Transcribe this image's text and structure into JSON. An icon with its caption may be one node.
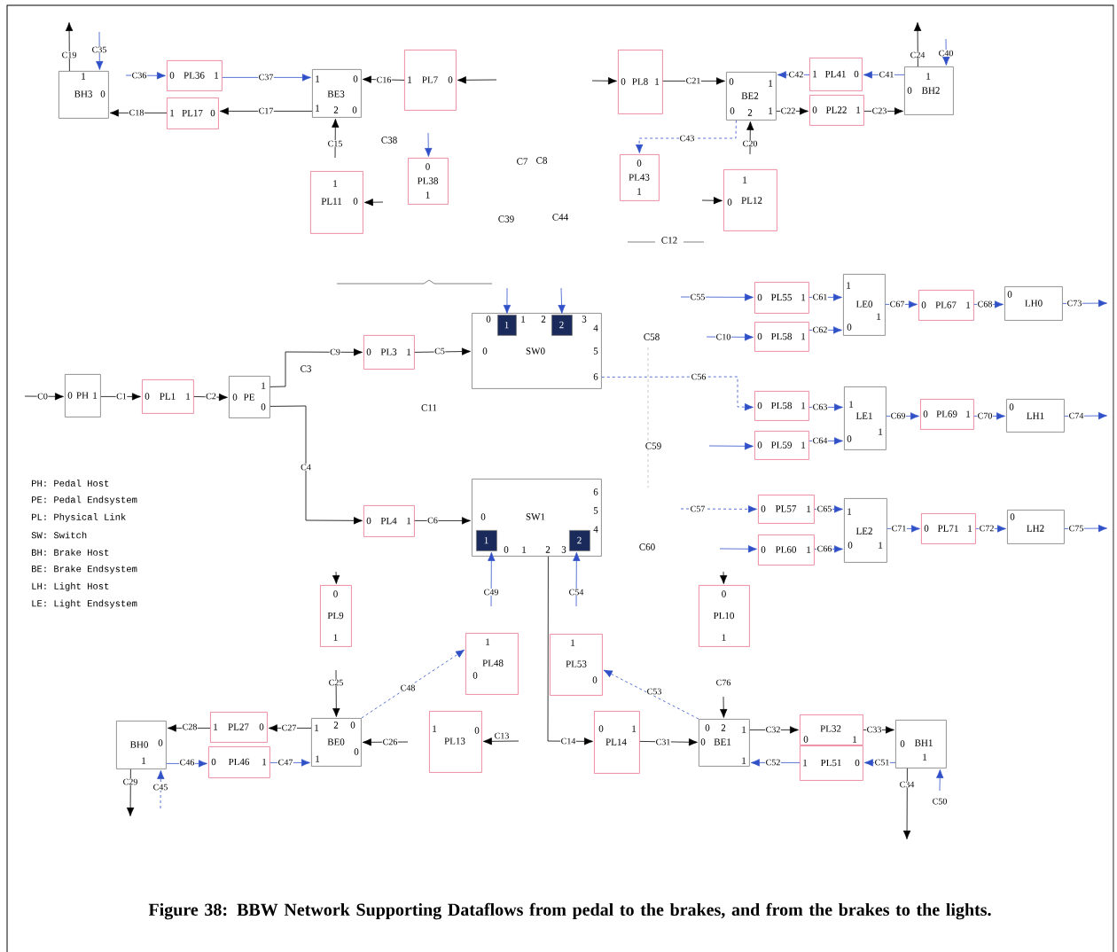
{
  "diagram": {
    "caption": "Figure 38: BBW Network Supporting Dataflows from pedal to the brakes, and from the brakes to the lights.",
    "nodes": [
      {
        "text": [
          "1",
          "BH3",
          "0"
        ]
      },
      {
        "text": [
          "0",
          "PL36",
          "1"
        ]
      },
      {
        "text": [
          "1",
          "PL17",
          "0"
        ]
      },
      {
        "text": [
          "1",
          "0",
          "BE3",
          "1",
          "2",
          "0"
        ]
      },
      {
        "text": [
          "1",
          "PL7",
          "0"
        ]
      },
      {
        "text": [
          "1",
          "PL11",
          "0"
        ]
      },
      {
        "text": [
          "0",
          "PL38",
          "1"
        ]
      },
      {
        "text": [
          "0",
          "PL8",
          "1"
        ]
      },
      {
        "text": [
          "0",
          "1",
          "BE2",
          "0",
          "2",
          "1"
        ]
      },
      {
        "text": [
          "1",
          "PL41",
          "0"
        ]
      },
      {
        "text": [
          "0",
          "PL22",
          "1"
        ]
      },
      {
        "text": [
          "1",
          "0",
          "BH2"
        ]
      },
      {
        "text": [
          "0",
          "PL43",
          "1"
        ]
      },
      {
        "text": [
          "1",
          "0",
          "PL12"
        ]
      },
      {
        "text": [
          "0",
          "PH",
          "1"
        ]
      },
      {
        "text": [
          "0",
          "PL1",
          "1"
        ]
      },
      {
        "text": [
          "0",
          "PE",
          "1",
          "0"
        ]
      },
      {
        "text": [
          "0",
          "PL3",
          "1"
        ]
      },
      {
        "text": [
          "0",
          "1",
          "2",
          "3",
          "4",
          "0",
          "SW0",
          "5",
          "6"
        ]
      },
      {
        "text": [
          "1"
        ],
        "in": 18
      },
      {
        "text": [
          "2"
        ],
        "in": 18
      },
      {
        "text": [
          "0",
          "PL4",
          "1"
        ]
      },
      {
        "text": [
          "6",
          "5",
          "4",
          "0",
          "SW1",
          "0",
          "1",
          "2",
          "3"
        ]
      },
      {
        "text": [
          "1"
        ],
        "in": 22
      },
      {
        "text": [
          "2"
        ],
        "in": 22
      },
      {
        "text": [
          "0",
          "PL55",
          "1"
        ]
      },
      {
        "text": [
          "0",
          "PL58",
          "1"
        ]
      },
      {
        "text": [
          "1",
          "LE0",
          "1",
          "0"
        ]
      },
      {
        "text": [
          "0",
          "PL67",
          "1"
        ]
      },
      {
        "text": [
          "0",
          "LH0"
        ]
      },
      {
        "text": [
          "0",
          "PL58",
          "1"
        ]
      },
      {
        "text": [
          "0",
          "PL59",
          "1"
        ]
      },
      {
        "text": [
          "1",
          "LE1",
          "1",
          "0"
        ]
      },
      {
        "text": [
          "0",
          "PL69",
          "1"
        ]
      },
      {
        "text": [
          "0",
          "LH1"
        ]
      },
      {
        "text": [
          "0",
          "PL57",
          "1"
        ]
      },
      {
        "text": [
          "0",
          "PL60",
          "1"
        ]
      },
      {
        "text": [
          "1",
          "LE2",
          "0",
          "1"
        ]
      },
      {
        "text": [
          "0",
          "PL71",
          "1"
        ]
      },
      {
        "text": [
          "0",
          "LH2"
        ]
      },
      {
        "text": [
          "0",
          "PL9",
          "1"
        ]
      },
      {
        "text": [
          "0",
          "PL10",
          "1"
        ]
      },
      {
        "text": [
          "1",
          "PL48",
          "0"
        ]
      },
      {
        "text": [
          "1",
          "PL53",
          "0"
        ]
      },
      {
        "text": [
          "1",
          "2",
          "0",
          "BE0",
          "0",
          "1"
        ]
      },
      {
        "text": [
          "1",
          "PL27",
          "0"
        ]
      },
      {
        "text": [
          "0",
          "PL46",
          "1"
        ]
      },
      {
        "text": [
          "BH0",
          "0",
          "1"
        ]
      },
      {
        "text": [
          "1",
          "0",
          "PL13"
        ]
      },
      {
        "text": [
          "0",
          "1",
          "PL14"
        ]
      },
      {
        "text": [
          "0",
          "2",
          "1",
          "0",
          "BE1",
          "1"
        ]
      },
      {
        "text": [
          "PL32",
          "0",
          "1"
        ]
      },
      {
        "text": [
          "1",
          "PL51",
          "0"
        ]
      },
      {
        "text": [
          "0",
          "BH1",
          "1"
        ]
      }
    ],
    "edges": [
      {
        "from": null,
        "to": 14,
        "arrow": "to",
        "label": "C0",
        "color": "#000000"
      },
      {
        "from": 14,
        "to": 15,
        "arrow": "to",
        "label": "C1",
        "color": "#000000"
      },
      {
        "from": 15,
        "to": 16,
        "arrow": "to",
        "label": "C2",
        "color": "#000000"
      },
      {
        "from": 16,
        "to": 17,
        "arrow": "to",
        "label": "C9",
        "color": "#000000"
      },
      {
        "from": 16,
        "to": 21,
        "arrow": "to",
        "label": "C4",
        "color": "#000000"
      },
      {
        "from": 17,
        "to": 18,
        "arrow": "to",
        "label": "C5",
        "color": "#000000"
      },
      {
        "from": 21,
        "to": 22,
        "arrow": "to",
        "label": "C6",
        "color": "#000000"
      },
      {
        "from": null,
        "to": 19,
        "arrow": "to",
        "color": "#3050c8"
      },
      {
        "from": null,
        "to": 20,
        "arrow": "to",
        "color": "#3050c8"
      },
      {
        "from": 18,
        "to": 30,
        "arrow": "to",
        "label": "C56",
        "style": "dashed",
        "color": "#3050c8"
      },
      {
        "from": null,
        "to": 26,
        "arrow": "to",
        "label": "C10",
        "color": "#3050c8"
      },
      {
        "from": null,
        "to": 25,
        "arrow": "to",
        "label": "C55",
        "color": "#3050c8"
      },
      {
        "from": null,
        "to": 31,
        "arrow": "to",
        "color": "#3050c8"
      },
      {
        "from": null,
        "to": 35,
        "arrow": "to",
        "label": "C57",
        "style": "dashed",
        "color": "#3050c8"
      },
      {
        "from": null,
        "to": 36,
        "arrow": "to",
        "color": "#3050c8"
      },
      {
        "from": 25,
        "to": 27,
        "arrow": "to",
        "label": "C61",
        "color": "#3050c8"
      },
      {
        "from": 26,
        "to": 27,
        "arrow": "to",
        "label": "C62",
        "color": "#3050c8"
      },
      {
        "from": 30,
        "to": 32,
        "arrow": "to",
        "label": "C63",
        "color": "#3050c8"
      },
      {
        "from": 31,
        "to": 32,
        "arrow": "to",
        "label": "C64",
        "color": "#3050c8"
      },
      {
        "from": 35,
        "to": 37,
        "arrow": "to",
        "label": "C65",
        "color": "#3050c8"
      },
      {
        "from": 36,
        "to": 37,
        "arrow": "to",
        "label": "C66",
        "color": "#3050c8"
      },
      {
        "from": 27,
        "to": 28,
        "arrow": "to",
        "label": "C67",
        "color": "#3050c8"
      },
      {
        "from": 28,
        "to": 29,
        "arrow": "to",
        "label": "C68",
        "color": "#3050c8"
      },
      {
        "from": 29,
        "to": null,
        "arrow": "to",
        "label": "C73",
        "color": "#3050c8"
      },
      {
        "from": 32,
        "to": 33,
        "arrow": "to",
        "label": "C69",
        "color": "#3050c8"
      },
      {
        "from": 33,
        "to": 34,
        "arrow": "to",
        "label": "C70",
        "color": "#3050c8"
      },
      {
        "from": 34,
        "to": null,
        "arrow": "to",
        "label": "C74",
        "color": "#3050c8"
      },
      {
        "from": 37,
        "to": 38,
        "arrow": "to",
        "label": "C71",
        "color": "#3050c8"
      },
      {
        "from": 38,
        "to": 39,
        "arrow": "to",
        "label": "C72",
        "color": "#3050c8"
      },
      {
        "from": 39,
        "to": null,
        "arrow": "to",
        "label": "C75",
        "color": "#3050c8"
      },
      {
        "from": null,
        "to": 0,
        "arrow": "to",
        "label": "C35",
        "color": "#3050c8"
      },
      {
        "from": 0,
        "to": null,
        "arrow": "to",
        "label": "C19",
        "color": "#000000"
      },
      {
        "from": null,
        "to": 1,
        "arrow": "to",
        "label": "C36",
        "color": "#3050c8"
      },
      {
        "from": 1,
        "to": 3,
        "arrow": "to",
        "label": "C37",
        "color": "#3050c8"
      },
      {
        "from": 4,
        "to": 3,
        "arrow": "to",
        "label": "C16",
        "color": "#000000"
      },
      {
        "from": null,
        "to": 4,
        "arrow": "to",
        "color": "#000000"
      },
      {
        "from": 3,
        "to": 2,
        "arrow": "to",
        "label": "C17",
        "color": "#000000"
      },
      {
        "from": 2,
        "to": 0,
        "arrow": "to",
        "label": "C18",
        "color": "#000000"
      },
      {
        "from": null,
        "to": 3,
        "arrow": "to",
        "label": "C15",
        "color": "#000000"
      },
      {
        "from": null,
        "to": 5,
        "arrow": "to",
        "color": "#000000"
      },
      {
        "from": null,
        "to": 6,
        "arrow": "to",
        "color": "#3050c8"
      },
      {
        "from": null,
        "to": 7,
        "arrow": "to",
        "color": "#000000"
      },
      {
        "from": 7,
        "to": 8,
        "arrow": "to",
        "label": "C21",
        "color": "#000000"
      },
      {
        "from": 9,
        "to": 8,
        "arrow": "to",
        "label": "C42",
        "color": "#3050c8"
      },
      {
        "from": 11,
        "to": 9,
        "arrow": "to",
        "label": "C41",
        "color": "#3050c8"
      },
      {
        "from": 8,
        "to": 10,
        "arrow": "to",
        "label": "C22",
        "color": "#000000"
      },
      {
        "from": 10,
        "to": 11,
        "arrow": "to",
        "label": "C23",
        "color": "#000000"
      },
      {
        "from": 11,
        "to": null,
        "arrow": "to",
        "label": "C24",
        "color": "#000000"
      },
      {
        "from": null,
        "to": 11,
        "arrow": "to",
        "label": "C40",
        "color": "#3050c8"
      },
      {
        "from": null,
        "to": 8,
        "arrow": "to",
        "label": "C20",
        "color": "#000000"
      },
      {
        "from": 8,
        "to": 12,
        "arrow": "to",
        "label": "C43",
        "style": "dashed",
        "color": "#3050c8"
      },
      {
        "from": null,
        "to": 13,
        "arrow": "to",
        "color": "#000000"
      },
      {
        "from": null,
        "to": 23,
        "arrow": "to",
        "label": "C49",
        "color": "#3050c8"
      },
      {
        "from": null,
        "to": 24,
        "arrow": "to",
        "label": "C54",
        "color": "#3050c8"
      },
      {
        "from": 22,
        "to": 49,
        "arrow": "to",
        "label": "C14",
        "color": "#000000"
      },
      {
        "from": null,
        "to": 40,
        "arrow": "to",
        "color": "#000000"
      },
      {
        "from": null,
        "to": 41,
        "arrow": "to",
        "color": "#000000"
      },
      {
        "from": null,
        "to": 44,
        "arrow": "to",
        "label": "C25",
        "color": "#000000"
      },
      {
        "from": null,
        "to": 44,
        "arrow": "to",
        "label": "C26",
        "color": "#000000"
      },
      {
        "from": 44,
        "to": 45,
        "arrow": "to",
        "label": "C27",
        "color": "#000000"
      },
      {
        "from": 45,
        "to": 47,
        "arrow": "to",
        "label": "C28",
        "color": "#000000"
      },
      {
        "from": 47,
        "to": 46,
        "arrow": "to",
        "label": "C46",
        "color": "#3050c8"
      },
      {
        "from": 46,
        "to": 44,
        "arrow": "to",
        "label": "C47",
        "color": "#3050c8"
      },
      {
        "from": 47,
        "to": null,
        "arrow": "to",
        "label": "C29",
        "color": "#000000"
      },
      {
        "from": null,
        "to": 47,
        "arrow": "to",
        "label": "C45",
        "style": "dashed",
        "color": "#3050c8"
      },
      {
        "from": 44,
        "to": 42,
        "arrow": "to",
        "label": "C48",
        "style": "dashed",
        "color": "#3050c8"
      },
      {
        "from": 50,
        "to": 43,
        "arrow": "to",
        "label": "C53",
        "style": "dashed",
        "color": "#3050c8"
      },
      {
        "from": null,
        "to": 48,
        "arrow": "to",
        "label": "C13",
        "color": "#000000"
      },
      {
        "from": 49,
        "to": 50,
        "arrow": "to",
        "label": "C31",
        "color": "#000000"
      },
      {
        "from": null,
        "to": 50,
        "arrow": "to",
        "label": "C76",
        "color": "#000000"
      },
      {
        "from": 50,
        "to": 51,
        "arrow": "to",
        "label": "C32",
        "color": "#000000"
      },
      {
        "from": 51,
        "to": 53,
        "arrow": "to",
        "label": "C33",
        "color": "#000000"
      },
      {
        "from": 53,
        "to": 52,
        "arrow": "to",
        "label": "C51",
        "color": "#3050c8"
      },
      {
        "from": 52,
        "to": 50,
        "arrow": "to",
        "label": "C52",
        "color": "#3050c8"
      },
      {
        "from": 53,
        "to": null,
        "arrow": "to",
        "label": "C34",
        "color": "#000000"
      },
      {
        "from": null,
        "to": 53,
        "arrow": "to",
        "label": "C50",
        "color": "#3050c8"
      }
    ],
    "labels": [
      "C38",
      "C7",
      "C8",
      "C39",
      "C44",
      "C12",
      "C58",
      "C3",
      "C11",
      "C59",
      "C60",
      "PH: Pedal Host",
      "PE: Pedal Endsystem",
      "PL: Physical Link",
      "SW: Switch",
      "BH: Brake Host",
      "BE: Brake Endsystem",
      "LH: Light Host",
      "LE: Light Endsystem"
    ]
  }
}
